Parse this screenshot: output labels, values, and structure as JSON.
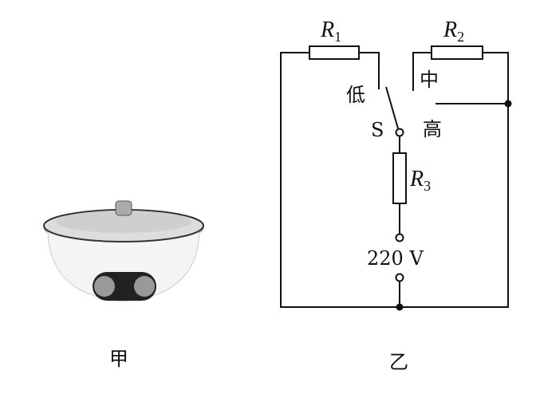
{
  "figure_a": {
    "caption": "甲"
  },
  "figure_b": {
    "caption": "乙",
    "r1": {
      "letter": "R",
      "sub": "1"
    },
    "r2": {
      "letter": "R",
      "sub": "2"
    },
    "r3": {
      "letter": "R",
      "sub": "3"
    },
    "switch_label": "S",
    "low": "低",
    "mid": "中",
    "high": "高",
    "voltage": "220 V"
  }
}
